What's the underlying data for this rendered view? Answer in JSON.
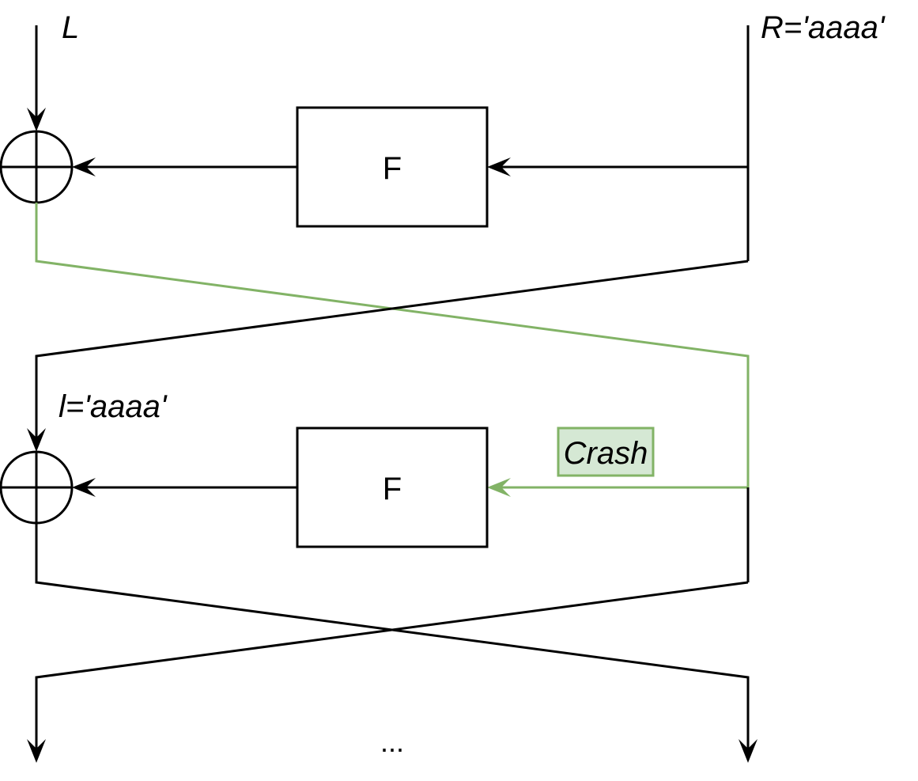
{
  "diagram": {
    "title": "Feistel network with crash",
    "inputs": {
      "left_label": "L",
      "right_label": "R='aaaa'"
    },
    "rounds": [
      {
        "function_label": "F",
        "xor_symbol": "xor-operator"
      },
      {
        "function_label": "F",
        "xor_symbol": "xor-operator",
        "left_annotation": "l='aaaa'",
        "crash_label": "Crash"
      }
    ],
    "continuation_label": "...",
    "colors": {
      "stroke": "#000000",
      "highlight": "#82b366",
      "highlight_fill": "#d5e8d4",
      "background": "#ffffff"
    }
  }
}
